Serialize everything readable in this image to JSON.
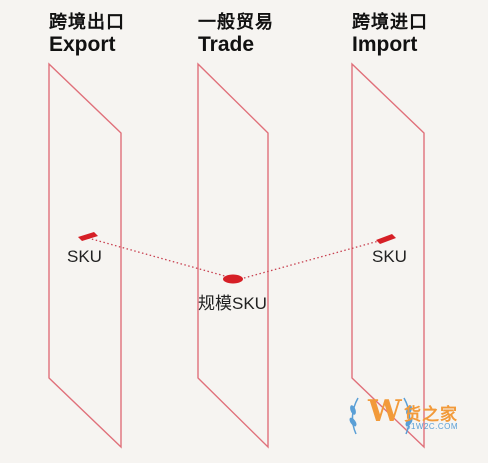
{
  "headers": {
    "export": {
      "cn": "跨境出口",
      "en": "Export"
    },
    "trade": {
      "cn": "一般贸易",
      "en": "Trade"
    },
    "import": {
      "cn": "跨境进口",
      "en": "Import"
    }
  },
  "nodes": {
    "export": "SKU",
    "trade": "规模SKU",
    "import": "SKU"
  },
  "watermark": {
    "w": "W",
    "cn": "货之家",
    "url": "51W2C.COM"
  },
  "colors": {
    "plane_stroke": "#e0707a",
    "marker": "#d61f26",
    "dotted_line": "#c84050",
    "watermark_orange": "#f29a3a",
    "watermark_blue": "#5a9fd6"
  }
}
